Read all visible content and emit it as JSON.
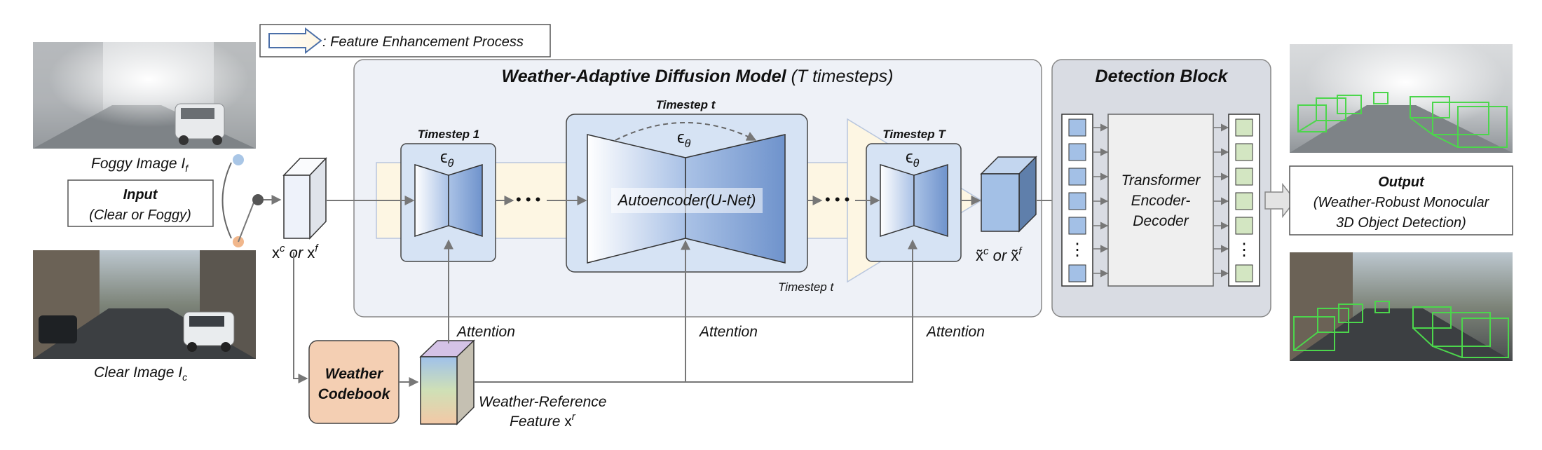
{
  "legend": {
    "text": ": Feature Enhancement Process"
  },
  "input": {
    "foggy_label": "Foggy Image",
    "foggy_var": "I",
    "foggy_sub": "f",
    "clear_label": "Clear Image",
    "clear_var": "I",
    "clear_sub": "c",
    "title": "Input",
    "subtitle": "(Clear or Foggy)"
  },
  "feature_in": {
    "base": "x",
    "sup_c": "c",
    "or": " or ",
    "sup_f": "f"
  },
  "diffusion": {
    "title": "Weather-Adaptive Diffusion Model",
    "title_suffix": " (T timesteps)",
    "step1": {
      "label": "Timestep 1",
      "symbol": "ϵ",
      "sub": "θ"
    },
    "stepT": {
      "label": "Timestep T",
      "symbol": "ϵ",
      "sub": "θ"
    },
    "step_t_top": "Timestep t",
    "step_t_bottom": "Timestep t",
    "unet": {
      "symbol": "ϵ",
      "sub": "θ",
      "label": "Autoencoder(U-Net)"
    },
    "dots": "• • •"
  },
  "feature_out": {
    "base": "x̃",
    "sup_c": "c",
    "or": " or ",
    "sup_f": "f"
  },
  "detection": {
    "title": "Detection Block",
    "transformer": [
      "Transformer",
      "Encoder-",
      "Decoder"
    ],
    "vdots": "⋮"
  },
  "output": {
    "title": "Output",
    "line1": "(Weather-Robust Monocular",
    "line2": "3D Object Detection)"
  },
  "codebook": {
    "line1": "Weather",
    "line2": "Codebook"
  },
  "reference": {
    "line1": "Weather-Reference",
    "line2": "Feature",
    "var": "x",
    "sup": "r"
  },
  "attention": [
    "Attention",
    "Attention",
    "Attention"
  ],
  "colors": {
    "panel_fill": "#eef1f7",
    "detection_fill": "#d9dce3",
    "enhance_fill": "#fdf6e3",
    "unet_blue": "#7b9fd4",
    "codebook_fill": "#f4cfb3",
    "query_blue": "#a3c0e6",
    "output_green": "#d3e6c2",
    "box_green": "#4cd64c",
    "arrow_gray": "#7a7a7a"
  }
}
